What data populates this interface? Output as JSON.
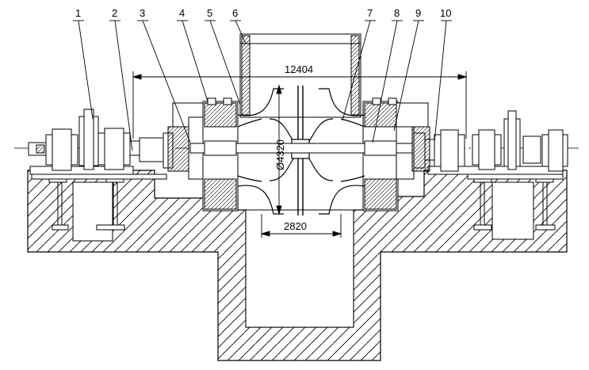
{
  "drawing": {
    "callouts": [
      "1",
      "2",
      "3",
      "4",
      "5",
      "6",
      "7",
      "8",
      "9",
      "10"
    ],
    "dimensions": {
      "overall_length": "12404",
      "pit_width": "2820",
      "diameter": "Ø4320"
    }
  }
}
